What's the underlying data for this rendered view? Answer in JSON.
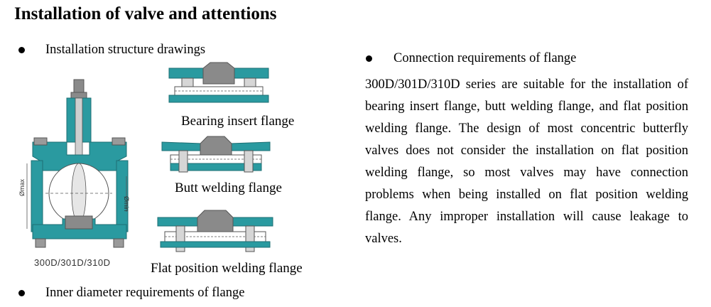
{
  "heading": "Installation of valve and attentions",
  "left_section": {
    "bullet1": "Installation structure drawings",
    "valve_model_label": "300D/301D/310D",
    "flange_labels": {
      "bearing_insert": "Bearing insert flange",
      "butt_welding": "Butt welding flange",
      "flat_position": "Flat position welding flange"
    },
    "dimension_labels": {
      "max": "Ømax",
      "min": "Ømin"
    },
    "bullet2": "Inner diameter requirements of flange"
  },
  "right_section": {
    "bullet": "Connection requirements of flange",
    "paragraph": "300D/301D/310D series are suitable for the installation of bearing insert flange, butt welding flange, and flat position welding flange. The design of most concentric butterfly valves does not consider the installation on flat position welding flange, so most valves may have connection problems when being installed on flat position welding flange. Any improper installation will cause leakage to valves."
  },
  "colors": {
    "teal": "#2a9aa0",
    "gray": "#8a8a8a",
    "light": "#d6d6d6",
    "line": "#555555"
  }
}
